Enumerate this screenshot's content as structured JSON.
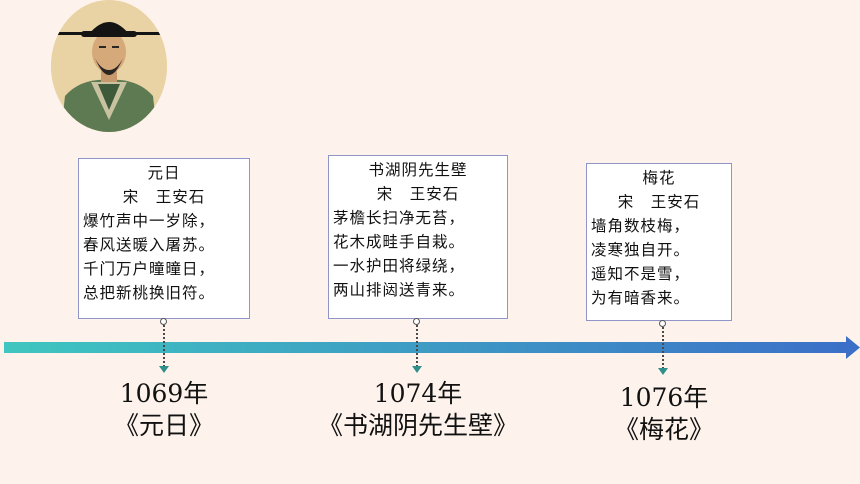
{
  "entries": [
    {
      "poem_title": "元日",
      "poem_author": "宋　王安石",
      "lines": [
        "爆竹声中一岁除，",
        "春风送暖入屠苏。",
        "千门万户曈曈日，",
        "总把新桃换旧符。"
      ],
      "year": "1069年",
      "label": "《元日》"
    },
    {
      "poem_title": "书湖阴先生壁",
      "poem_author": "宋　王安石",
      "lines": [
        "茅檐长扫净无苔，",
        "花木成畦手自栽。",
        "一水护田将绿绕，",
        "两山排闼送青来。"
      ],
      "year": "1074年",
      "label": "《书湖阴先生壁》"
    },
    {
      "poem_title": "梅花",
      "poem_author": "宋　王安石",
      "lines": [
        "墙角数枝梅，",
        "凌寒独自开。",
        "遥知不是雪，",
        "为有暗香来。"
      ],
      "year": "1076年",
      "label": "《梅花》"
    }
  ],
  "colors": {
    "background": "#fdf3ec",
    "axis_start": "#3fc6c0",
    "axis_end": "#3c70c8",
    "box_border": "#8f95c9"
  },
  "icons": {
    "portrait": "portrait-icon"
  }
}
